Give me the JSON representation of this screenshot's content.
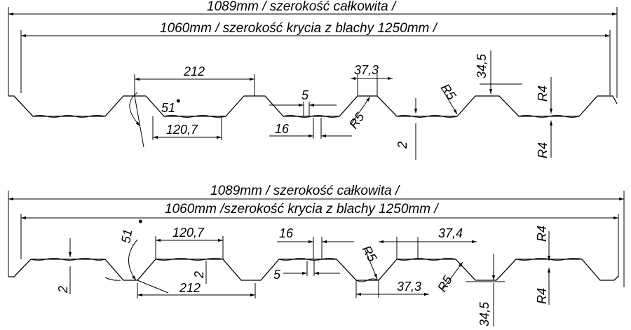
{
  "top_profile": {
    "total_width": "1089mm / szerokość całkowita /",
    "cover_width": "1060mm / szerokość krycia z blachy 1250mm /",
    "dims": {
      "pitch": "212",
      "angle": "51",
      "flat_width": "120,7",
      "rib_width": "5",
      "rib_spacing": "16",
      "top_width": "37,3",
      "radius_left": "R5",
      "radius_right": "R5",
      "height": "34,5",
      "groove_depth": "2",
      "radius_top": "R4",
      "radius_bottom": "R4"
    }
  },
  "bottom_profile": {
    "total_width": "1089mm  / szerokość całkowita /",
    "cover_width": "1060mm  /szerokość krycia z blachy 1250mm /",
    "dims": {
      "angle": "51",
      "flat_width": "120,7",
      "rib_spacing": "16",
      "radius_top": "R5",
      "top_width": "37,4",
      "radius_r4_top": "R4",
      "groove_depth_left": "2",
      "groove_depth_mid": "2",
      "pitch": "212",
      "rib_width": "5",
      "top_width_lower": "37,3",
      "radius_lower": "R5",
      "radius_r4_bottom": "R4",
      "height": "34,5"
    }
  }
}
